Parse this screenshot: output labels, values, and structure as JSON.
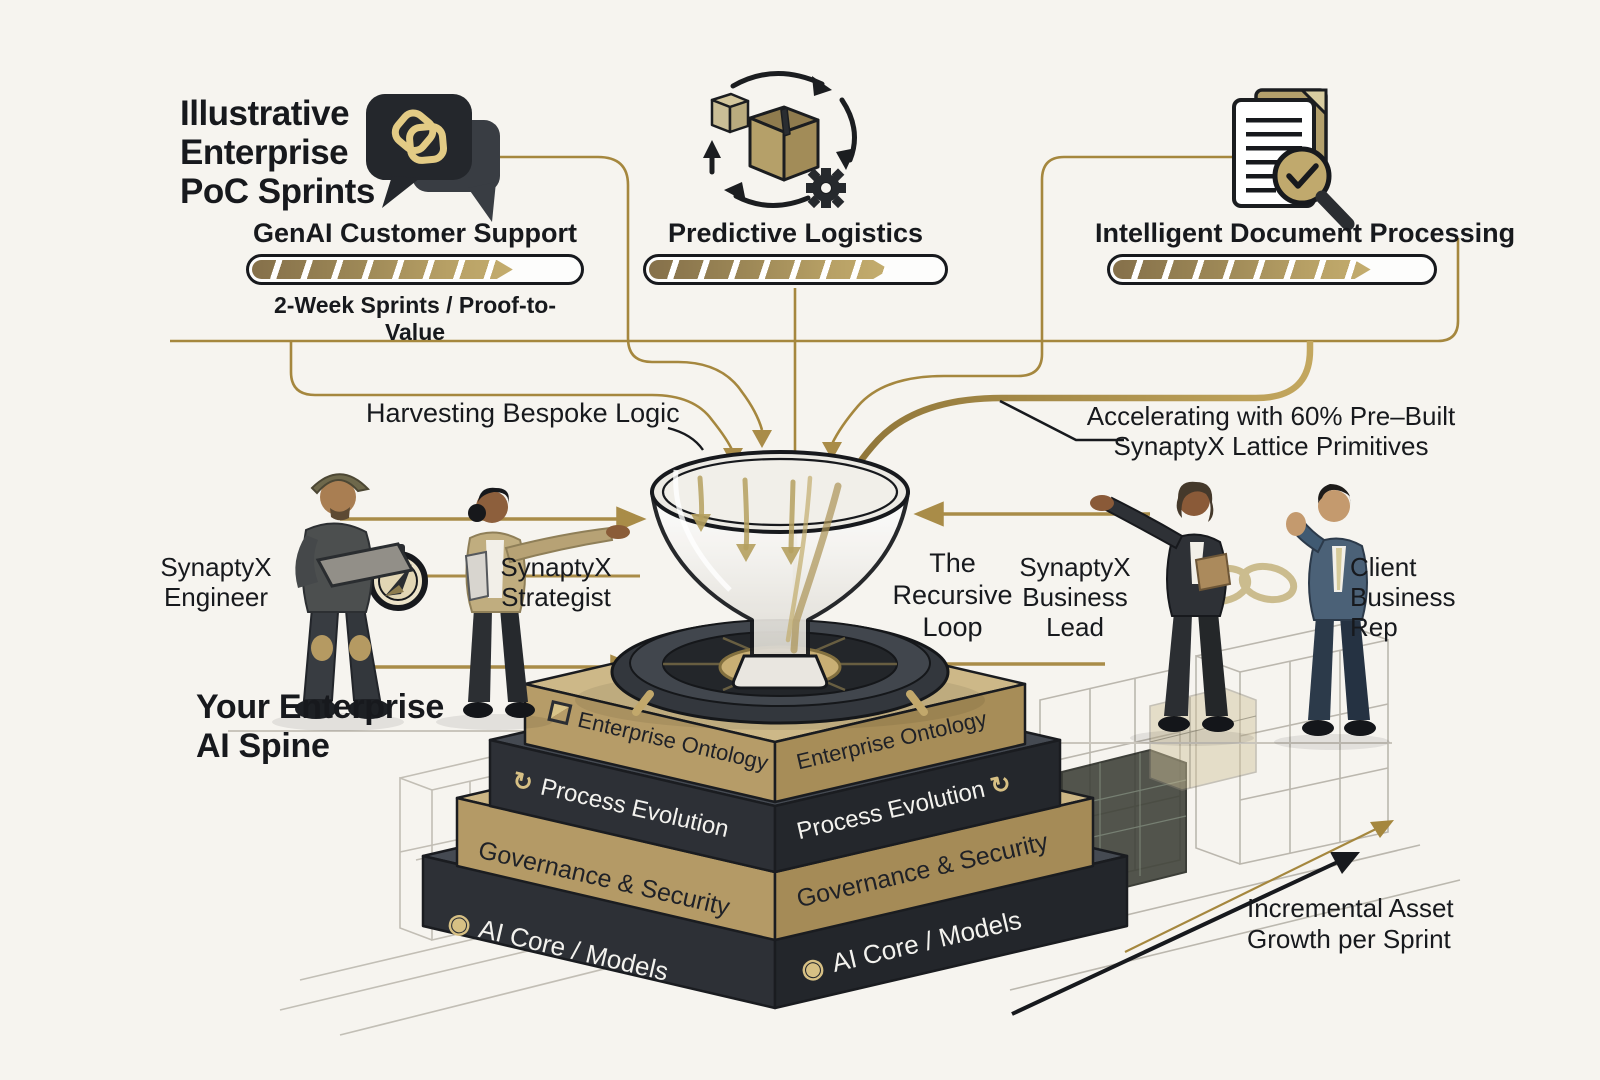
{
  "colors": {
    "background": "#f6f4ef",
    "gold_line": "#a5873e",
    "gold_layer": "#b49a66",
    "dark_layer": "#2d3035",
    "text": "#17191d"
  },
  "header": {
    "title_lines": [
      "Illustrative",
      "Enterprise",
      "PoC Sprints"
    ],
    "icon": "chat-bubbles-icon"
  },
  "sprints": [
    {
      "label": "GenAI Customer Support",
      "caption": "2-Week Sprints / Proof-to-Value",
      "progress_pct": 80,
      "icon": "chat-bubbles-icon"
    },
    {
      "label": "Predictive Logistics",
      "progress_pct": 82,
      "icon": "logistics-cycle-icon"
    },
    {
      "label": "Intelligent Document Processing",
      "progress_pct": 81,
      "icon": "document-search-check-icon"
    }
  ],
  "flow": {
    "harvesting_label": "Harvesting Bespoke Logic",
    "accelerating_lines": [
      "Accelerating with 60% Pre–Built",
      "SynaptyX Lattice Primitives"
    ]
  },
  "funnel": {
    "label_lines": [
      "The",
      "Recursive",
      "Loop"
    ]
  },
  "people": [
    {
      "id": "synaptyx-engineer",
      "label_lines": [
        "SynaptyX",
        "Engineer"
      ]
    },
    {
      "id": "synaptyx-strategist",
      "label_lines": [
        "SynaptyX",
        "Strategist"
      ]
    },
    {
      "id": "synaptyx-business-lead",
      "label_lines": [
        "SynaptyX",
        "Business Lead"
      ]
    },
    {
      "id": "client-business-rep",
      "label_lines": [
        "Client",
        "Business",
        "Rep"
      ]
    }
  ],
  "spine": {
    "title_lines": [
      "Your Enterprise",
      "AI Spine"
    ],
    "layers": [
      {
        "label": "Enterprise Ontology",
        "tone": "gold"
      },
      {
        "label": "Process Evolution",
        "tone": "dark"
      },
      {
        "label": "Governance & Security",
        "tone": "gold"
      },
      {
        "label": "AI Core / Models",
        "tone": "dark"
      }
    ]
  },
  "growth": {
    "label_lines": [
      "Incremental Asset",
      "Growth per Sprint"
    ]
  },
  "icons": {
    "loop_glyph": "↻",
    "core_glyph": "◉"
  }
}
